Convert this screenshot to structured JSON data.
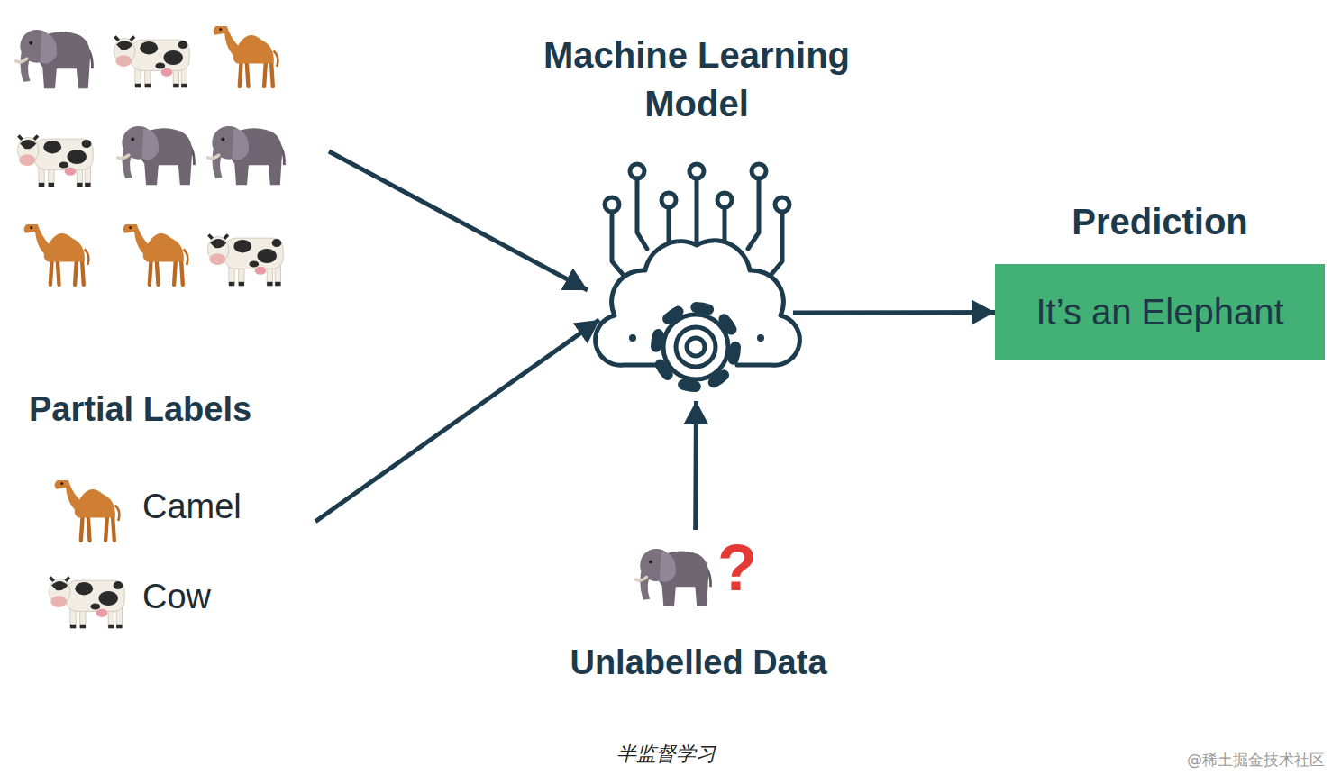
{
  "diagram": {
    "caption": "半监督学习",
    "nodes": [
      {
        "text": [
          "Machine Learning Model"
        ]
      },
      {
        "text": [
          "Prediction",
          "It’s an Elephant"
        ]
      },
      {
        "text": [
          "Partial Labels",
          "Camel",
          "Cow"
        ]
      },
      {
        "text": [
          "?",
          "Unlabelled Data"
        ]
      }
    ],
    "edges": [
      {
        "from": 2,
        "to": 0,
        "arrow": "to"
      },
      {
        "from": 3,
        "to": 0,
        "arrow": "to"
      },
      {
        "from": 0,
        "to": 1,
        "arrow": "to"
      }
    ],
    "labels": [
      "@稀土掘金技术社区"
    ]
  }
}
